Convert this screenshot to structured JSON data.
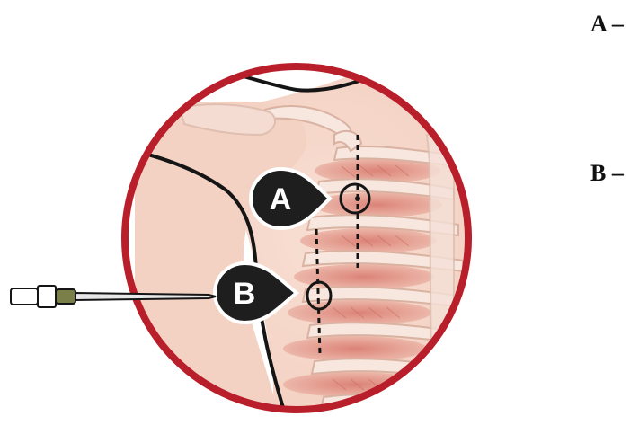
{
  "colors": {
    "ring": "#b81f2a",
    "skin": "#f6d8cc",
    "skin_dark": "#eab8a6",
    "muscle": "#dc8a80",
    "bone": "#f7e7df",
    "bone_edge": "#d9b2a2",
    "outline": "#151515",
    "marker_bg": "#1e1e1e",
    "needle_hub": "#7a7f4a"
  },
  "markers": {
    "a": {
      "letter": "A"
    },
    "b": {
      "letter": "B"
    }
  },
  "side_labels": {
    "a": "A –",
    "b": "B –"
  },
  "icons": [
    "needle-icon",
    "landmark-circle-icon",
    "dashed-guide-line"
  ]
}
